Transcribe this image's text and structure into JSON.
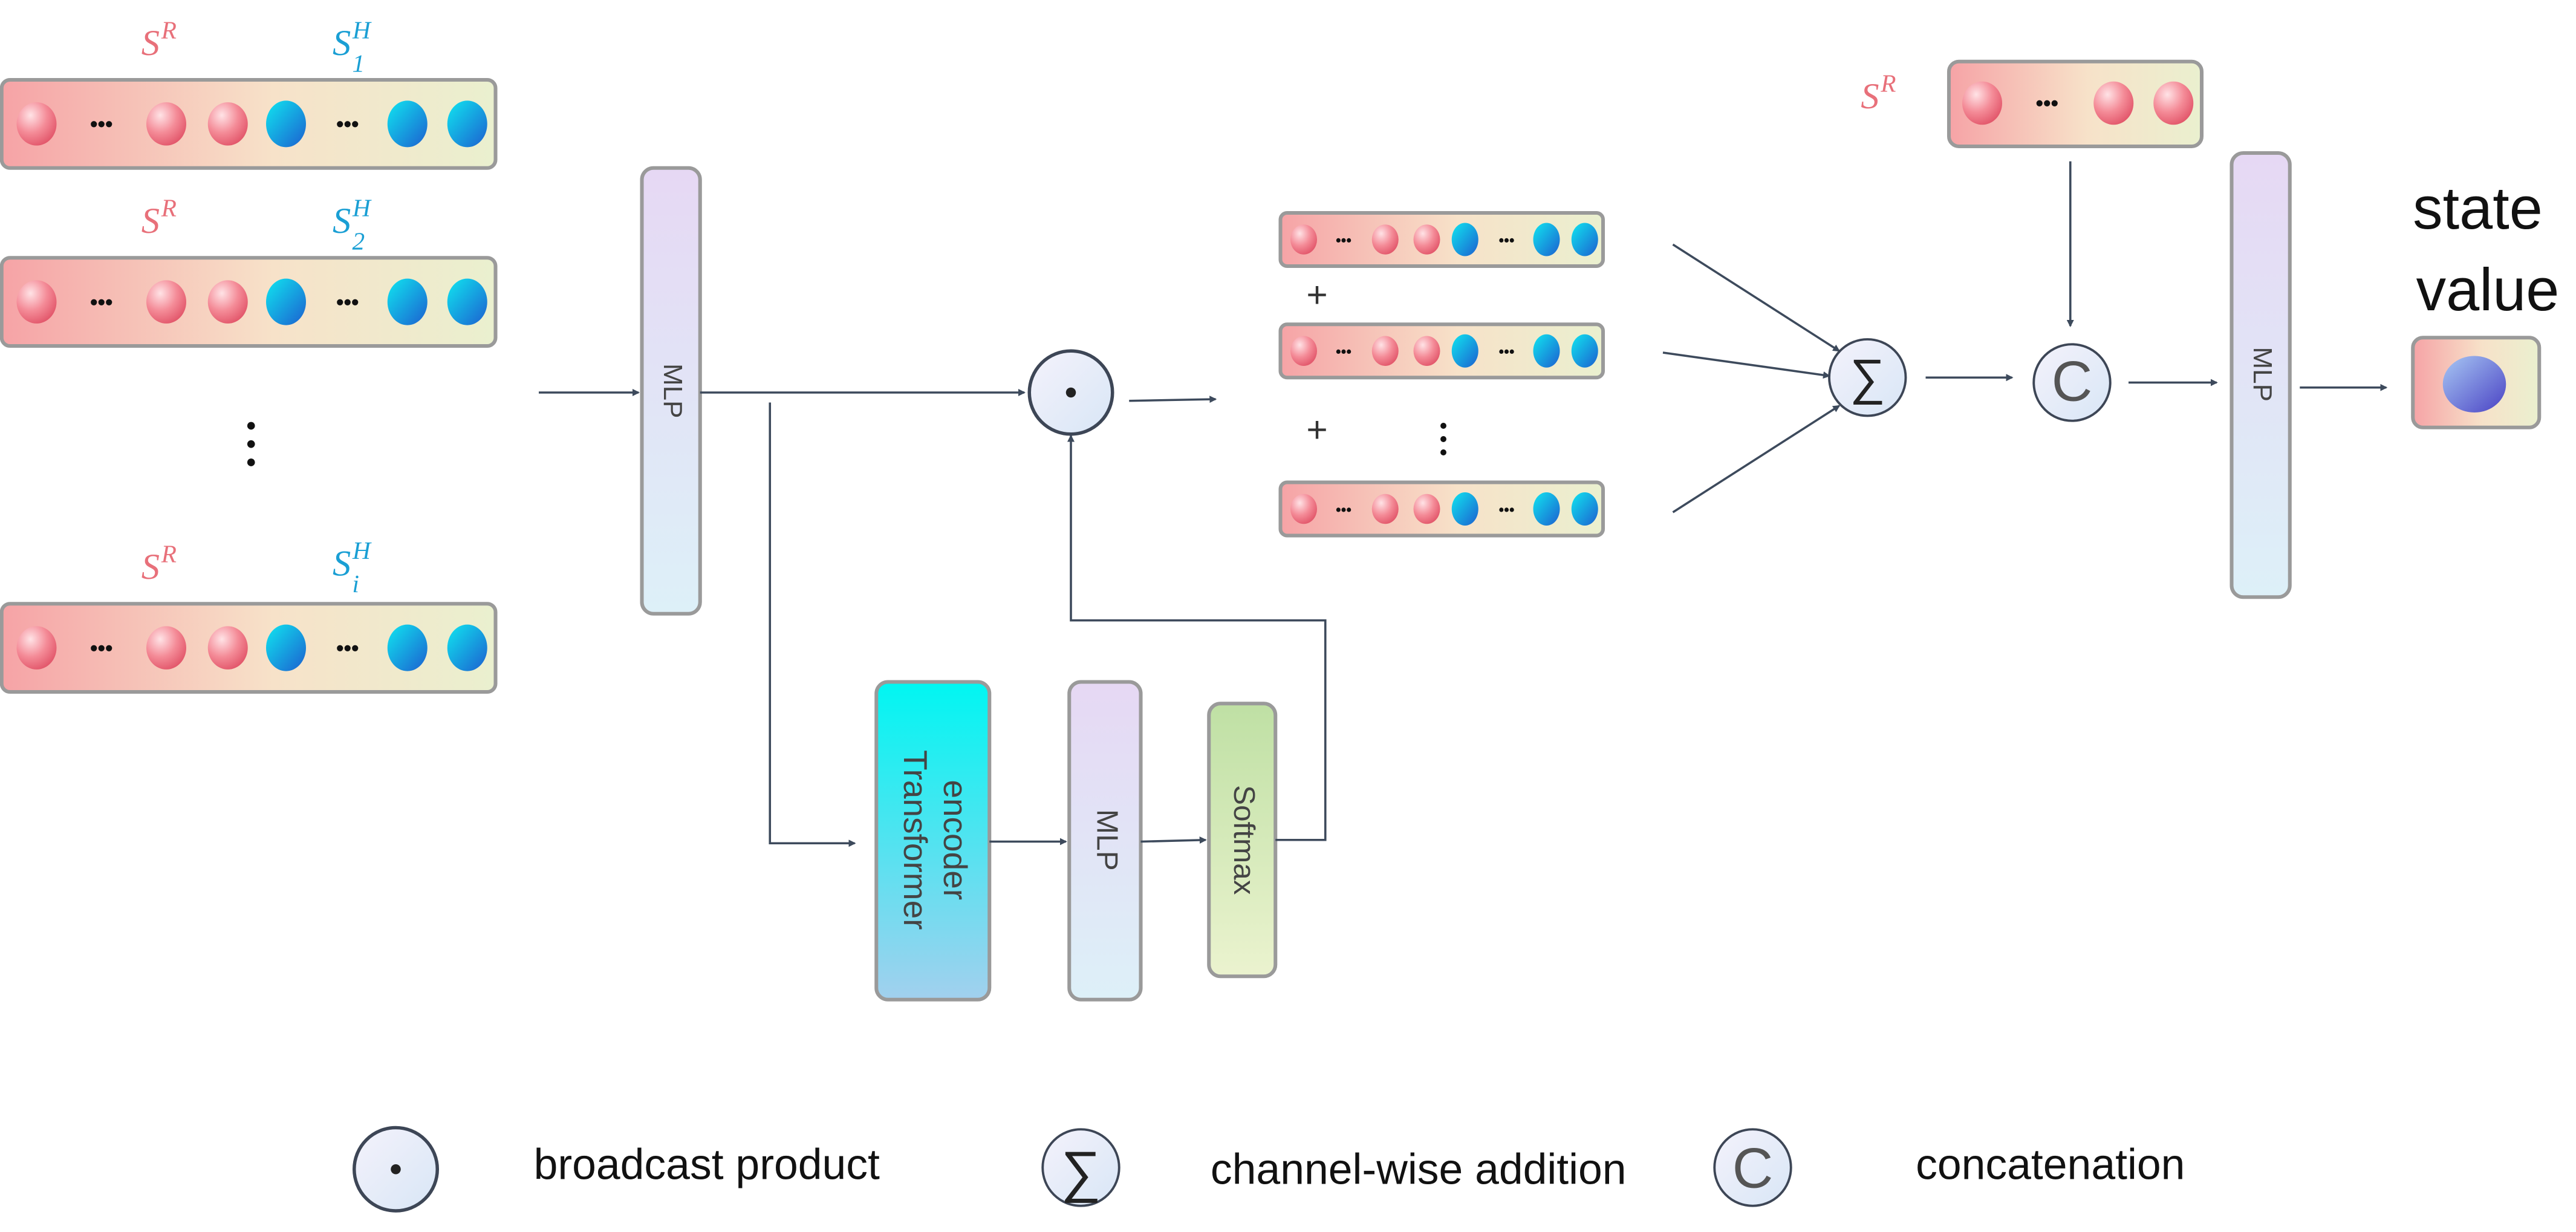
{
  "inputs": [
    {
      "robot_label": "S",
      "robot_sup": "R",
      "human_label": "S",
      "human_sup": "H",
      "human_sub": "1"
    },
    {
      "robot_label": "S",
      "robot_sup": "R",
      "human_label": "S",
      "human_sup": "H",
      "human_sub": "2"
    },
    {
      "robot_label": "S",
      "robot_sup": "R",
      "human_label": "S",
      "human_sup": "H",
      "human_sub": "i"
    }
  ],
  "robot_state": {
    "label": "S",
    "sup": "R"
  },
  "blocks": {
    "mlp_main": "MLP",
    "transformer_line1": "Transformer",
    "transformer_line2": "encoder",
    "mlp_attention": "MLP",
    "softmax": "Softmax",
    "mlp_final": "MLP"
  },
  "operators": {
    "broadcast_symbol": "•",
    "sum_symbol": "∑",
    "concat_symbol": "C",
    "plus_symbol": "+",
    "ellipsis": "•••"
  },
  "output": {
    "line1": "state",
    "line2": "value"
  },
  "legend": [
    {
      "symbol": "•",
      "label": "broadcast product"
    },
    {
      "symbol": "∑",
      "label": "channel-wise addition"
    },
    {
      "symbol": "C",
      "label": "concatenation"
    }
  ],
  "colors": {
    "robot": "#e8707a",
    "human": "#1a9fd4",
    "line": "#3d4a5c",
    "box_border": "#9a9a9a"
  }
}
